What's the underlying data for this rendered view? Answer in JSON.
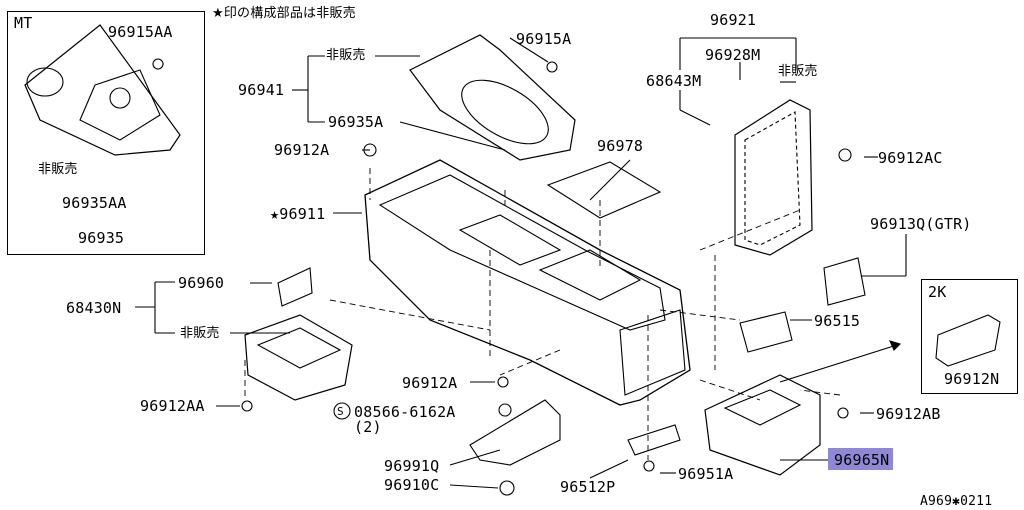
{
  "diagram": {
    "note": "★印の構成部品は非販売",
    "inset_mt": {
      "title": "MT",
      "labels": [
        "96915AA",
        "非販売",
        "96935AA",
        "96935"
      ]
    },
    "inset_2k": {
      "title": "2K",
      "labels": [
        "96912N"
      ]
    },
    "parts": {
      "p96915A": "96915A",
      "p96921": "96921",
      "p96928M": "96928M",
      "p68643M": "68643M",
      "np_armrest": "非販売",
      "np_top": "非販売",
      "p96941": "96941",
      "p96935A": "96935A",
      "p96912A_top": "96912A",
      "p96978": "96978",
      "p96912AC": "96912AC",
      "p96911": "★96911",
      "p96913Q": "96913Q(GTR)",
      "p68430N": "68430N",
      "p96960": "96960",
      "np_left": "非販売",
      "p96515": "96515",
      "p96912A_mid": "96912A",
      "p96912AA": "96912AA",
      "p08566": "08566-6162A",
      "p08566_qty": "(2)",
      "p08566_s": "S",
      "p96912AB": "96912AB",
      "p96991Q": "96991Q",
      "p96910C": "96910C",
      "p96512P": "96512P",
      "p96951A": "96951A",
      "p96965N": "96965N"
    },
    "code": "A969✱0211",
    "highlight_part": "96965N",
    "highlight_color": "#8f88d6"
  }
}
